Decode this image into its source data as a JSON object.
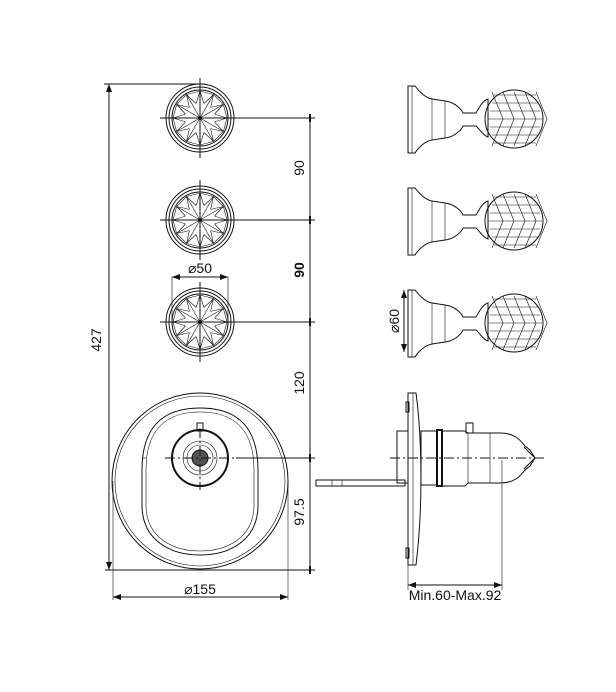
{
  "drawing": {
    "dimensions": {
      "total_height": "427",
      "spacing_1": "90",
      "spacing_2": "90",
      "spacing_3": "120",
      "lower_offset": "97.5",
      "knob_diameter": "⌀50",
      "plate_diameter": "⌀155",
      "side_knob_diameter": "⌀60",
      "depth_range": "Min.60-Max.92"
    },
    "knob_count": 3
  }
}
